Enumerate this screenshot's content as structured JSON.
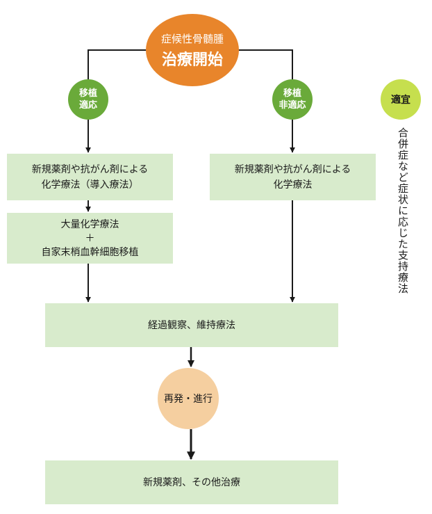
{
  "start": {
    "line1": "症候性骨髄腫",
    "line2": "治療開始"
  },
  "eligible": {
    "line1": "移植",
    "line2": "適応"
  },
  "ineligible": {
    "line1": "移植",
    "line2": "非適応"
  },
  "induction": {
    "line1": "新規薬剤や抗がん剤による",
    "line2": "化学療法（導入療法）"
  },
  "transplant": {
    "line1": "大量化学療法",
    "line2": "＋",
    "line3": "自家末梢血幹細胞移植"
  },
  "chemo": {
    "line1": "新規薬剤や抗がん剤による",
    "line2": "化学療法"
  },
  "maintenance": "経過観察、維持療法",
  "relapse": "再発・進行",
  "new_treatment": "新規薬剤、その他治療",
  "as_needed": {
    "label": "適宜",
    "text": "合併症など症状に応じた支持療法"
  },
  "colors": {
    "start": "#e8852b",
    "decision": "#6aaa3a",
    "as_needed": "#c6df4e",
    "relapse": "#f5cfa0",
    "box": "#d8ebcc",
    "line": "#1a1a1a"
  }
}
